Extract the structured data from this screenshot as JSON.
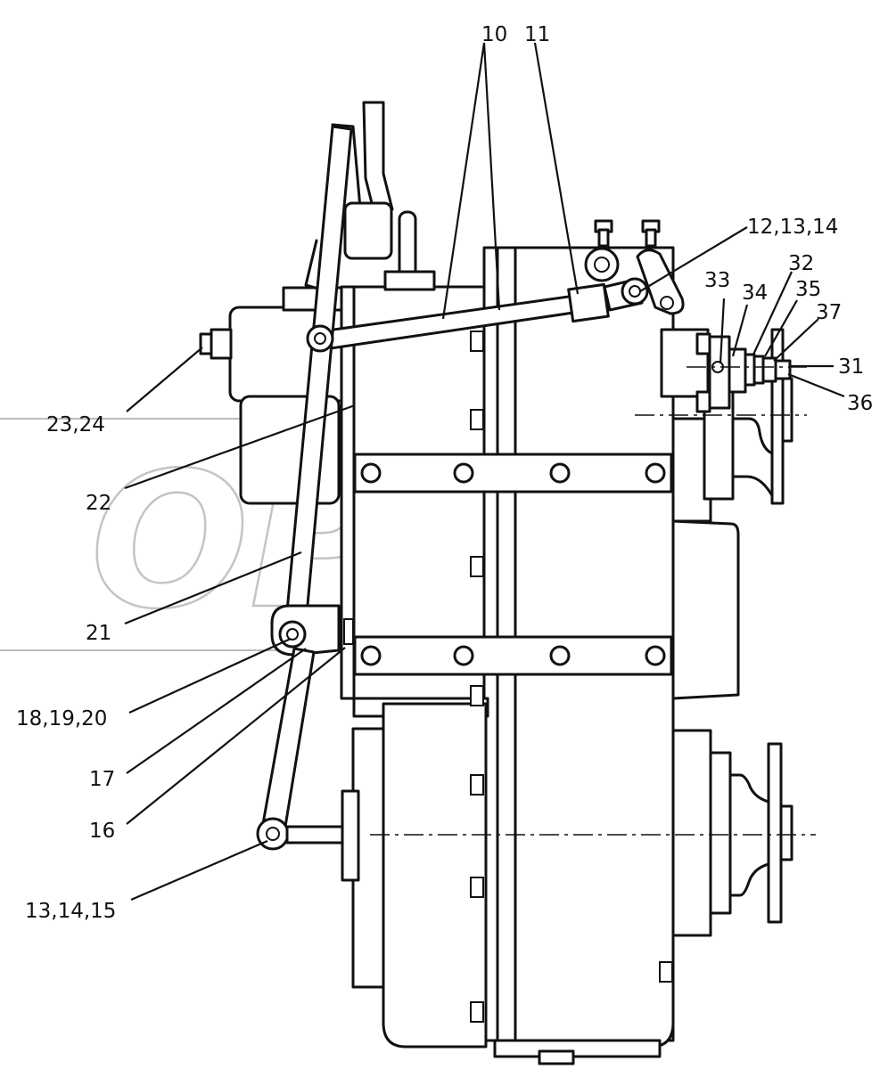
{
  "callouts": {
    "c10": "10",
    "c11": "11",
    "c12_13_14": "12,13,14",
    "c32": "32",
    "c33": "33",
    "c34": "34",
    "c35": "35",
    "c37": "37",
    "c31": "31",
    "c36": "36",
    "c23_24": "23,24",
    "c22": "22",
    "c21": "21",
    "c18_19_20": "18,19,20",
    "c17": "17",
    "c16": "16",
    "c13_14_15": "13,14,15"
  },
  "watermark": "OPEX"
}
